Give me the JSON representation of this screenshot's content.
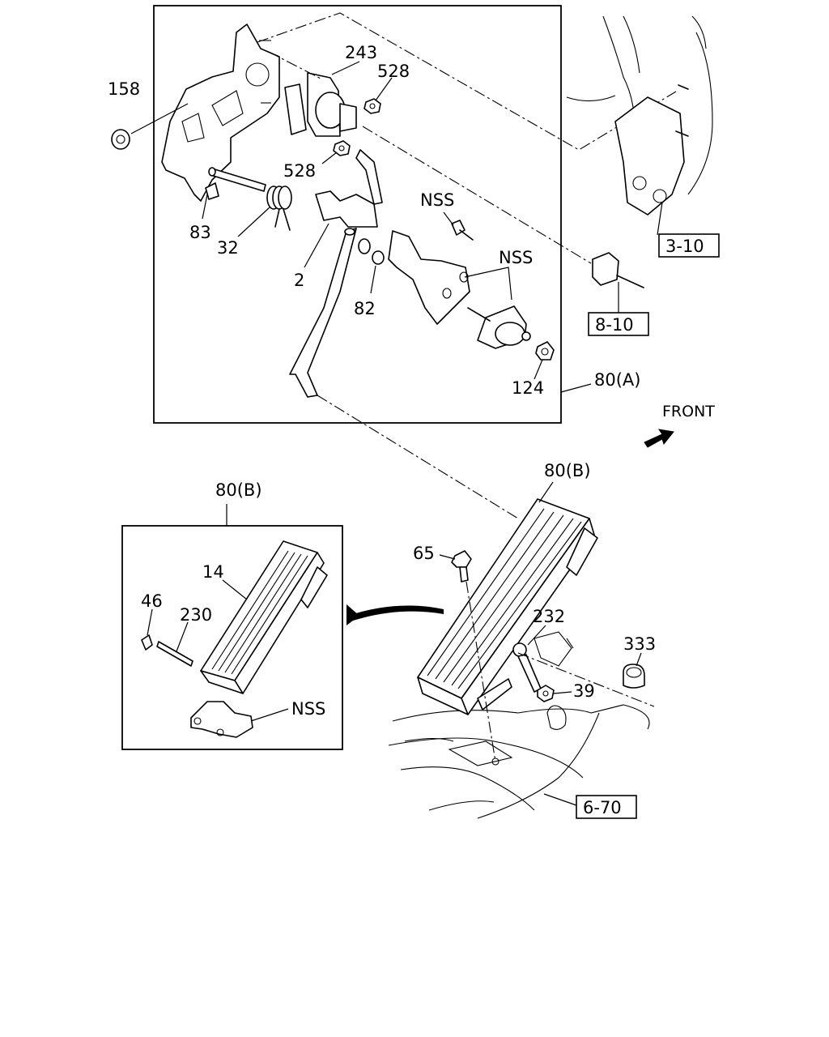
{
  "callouts": {
    "c158": "158",
    "c243": "243",
    "c528a": "528",
    "c528b": "528",
    "c83": "83",
    "c32": "32",
    "c2": "2",
    "c82": "82",
    "cNSS1": "NSS",
    "cNSS2": "NSS",
    "c124": "124",
    "c80A": "80(A)",
    "c80B_main": "80(B)",
    "c80B_inset": "80(B)",
    "c14": "14",
    "c46": "46",
    "c230": "230",
    "cNSS3": "NSS",
    "c65": "65",
    "c232": "232",
    "c39": "39",
    "c333": "333"
  },
  "references": {
    "r310": "3-10",
    "r810": "8-10",
    "r670": "6-70"
  },
  "direction_label": "FRONT",
  "icons": {
    "front_arrow": "arrow-icon",
    "transfer_arrow": "curved-arrow-icon"
  }
}
